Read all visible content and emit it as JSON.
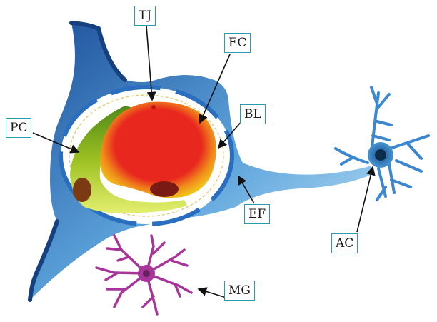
{
  "labels": {
    "tj": "TJ",
    "ec": "EC",
    "bl": "BL",
    "pc": "PC",
    "ef": "EF",
    "ac": "AC",
    "mg": "MG"
  },
  "colors": {
    "endfoot_dark": "#1c4f9a",
    "endfoot_light": "#a9d7f2",
    "endothelium_red": "#e8281f",
    "endothelium_orange": "#f08a1a",
    "endothelium_yellow": "#f2d21c",
    "pericyte_green": "#9cc021",
    "astrocyte_blue": "#3b87d0",
    "microglia_purple": "#a8359a",
    "label_border": "#2a9bb5"
  }
}
